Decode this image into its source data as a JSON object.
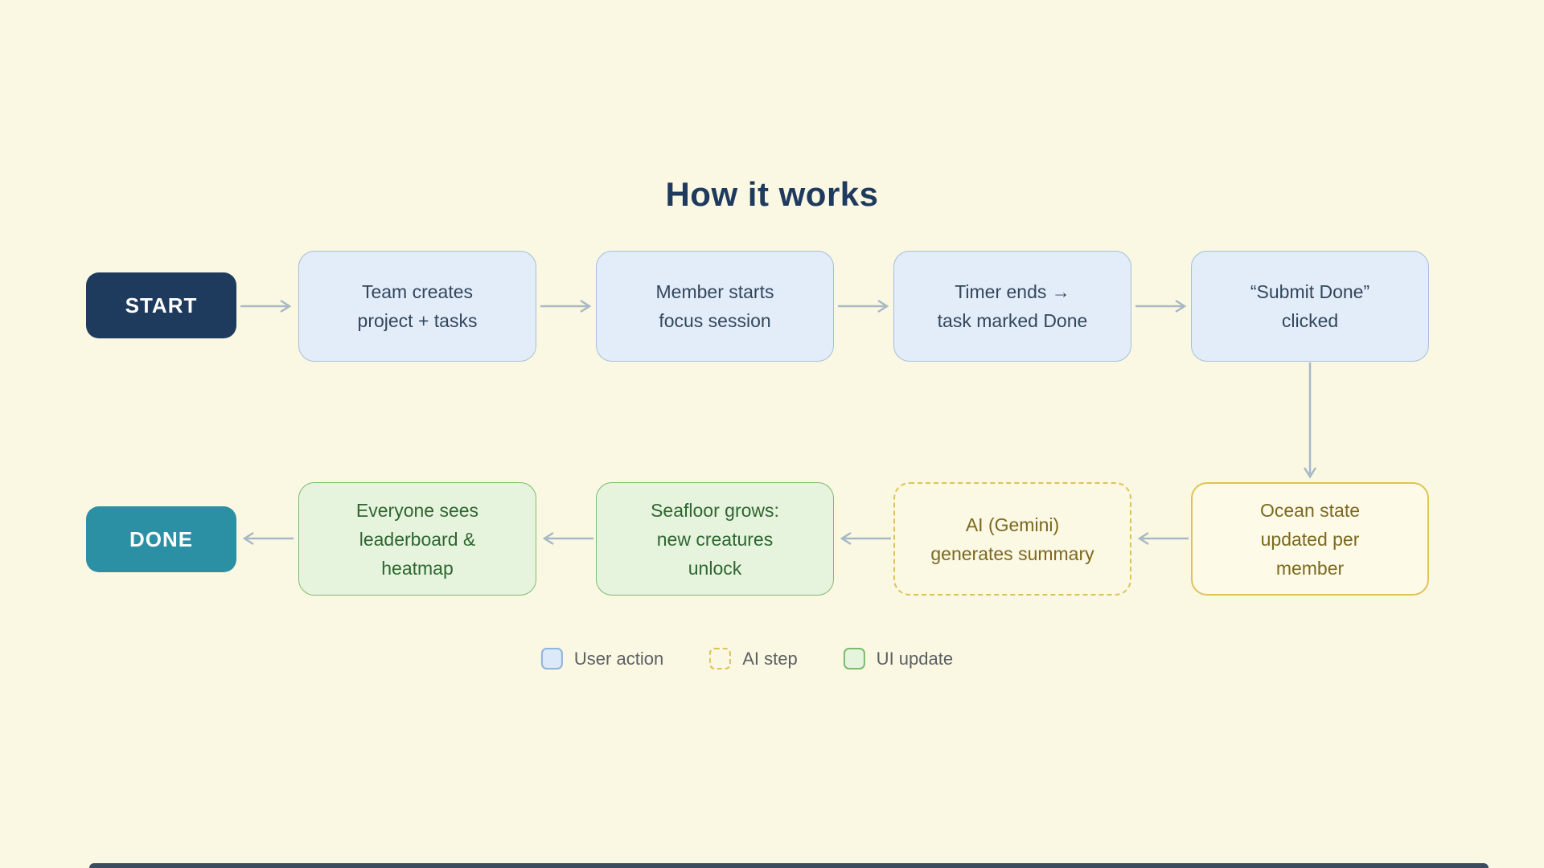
{
  "title": "How it works",
  "flow": {
    "start_label": "START",
    "done_label": "DONE",
    "top_row": [
      {
        "type": "user-action",
        "text": "Team creates\nproject + tasks"
      },
      {
        "type": "user-action",
        "text": "Member starts\nfocus session"
      },
      {
        "type": "user-action",
        "text": "Timer ends →\ntask marked Done"
      },
      {
        "type": "user-action",
        "text": "“Submit Done”\nclicked"
      }
    ],
    "bottom_row": [
      {
        "type": "ui-update",
        "text": "Everyone sees\nleaderboard &\nheatmap"
      },
      {
        "type": "ui-update",
        "text": "Seafloor grows:\nnew creatures\nunlock"
      },
      {
        "type": "ai-step",
        "text": "AI (Gemini)\ngenerates summary"
      },
      {
        "type": "user-action-highlight",
        "text": "Ocean state\nupdated per\nmember"
      }
    ]
  },
  "legend": {
    "items": [
      {
        "label": "User action",
        "swatch": "blue-solid"
      },
      {
        "label": "AI step",
        "swatch": "gold-dashed"
      },
      {
        "label": "UI update",
        "swatch": "green-solid"
      }
    ]
  },
  "colors": {
    "background": "#FAF8E2",
    "title_text": "#1F3A5F",
    "start_node": "#1E3A5C",
    "done_node": "#2B90A4",
    "user_action_fill": "#E3EDF9",
    "user_action_border": "#A6BFD9",
    "user_action_text": "#32465C",
    "ai_step_border": "#DFC257",
    "ai_step_text": "#7C691F",
    "ui_update_fill": "#E6F4DE",
    "ui_update_border": "#7CBB6C",
    "ui_update_text": "#2F6630",
    "arrow": "#A8B8C6",
    "legend_text": "#5C6065"
  }
}
